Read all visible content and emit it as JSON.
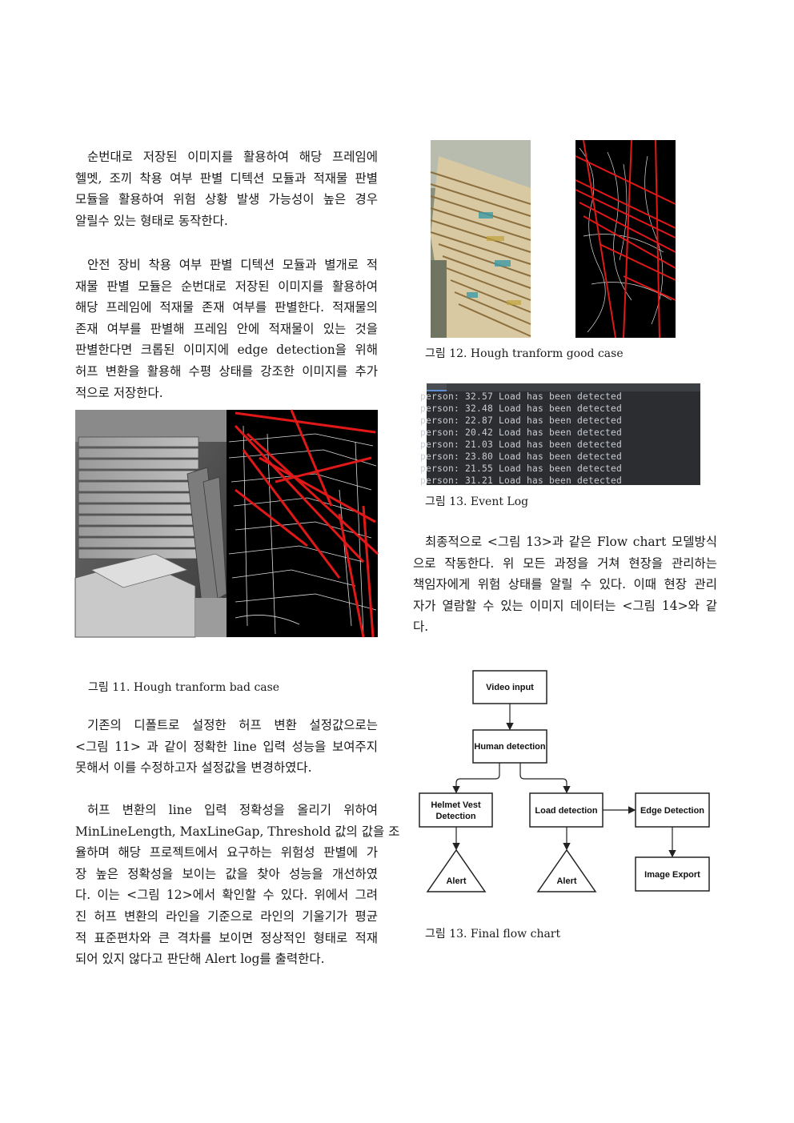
{
  "left_column": {
    "para1": [
      "순번대로 저장된 이미지를 활용하여 해당 프레임에",
      "헬멧, 조끼 착용 여부 판별 디텍션 모듈과 적재물 판별",
      "모듈을 활용하여 위험 상황 발생 가능성이 높은 경우",
      "알릴수 있는 형태로 동작한다."
    ],
    "para2": [
      "안전 장비 착용 여부 판별 디텍션 모듈과 별개로 적",
      "재물 판별 모듈은 순번대로 저장된 이미지를 활용하여",
      "해당 프레임에 적재물 존재 여부를 판별한다. 적재물의",
      "존재 여부를 판별해 프레임 안에 적재물이 있는 것을",
      "판별한다면 크롭된 이미지에 edge detection을 위해",
      "허프 변환을 활용해 수평 상태를 강조한 이미지를 추가",
      "적으로 저장한다."
    ],
    "fig11_caption": "그림 11. Hough tranform bad case",
    "para3": [
      "기존의 디폴트로 설정한 허프 변환 설정값으로는",
      "<그림 11> 과 같이 정확한 line 입력 성능을 보여주지",
      "못해서 이를 수정하고자 설정값을 변경하였다."
    ],
    "para4": [
      "허프 변환의 line 입력 정확성을 올리기 위하여",
      "MinLineLength, MaxLineGap, Threshold 값의 값을 조",
      "율하며 해당 프로젝트에서 요구하는 위험성 판별에 가",
      "장 높은 정확성을 보이는 값을 찾아 성능을 개선하였",
      "다. 이는 <그림 12>에서 확인할 수 있다. 위에서 그려",
      "진 허프 변환의 라인을 기준으로 라인의 기울기가 평균",
      "적 표준편차와 큰 격차를 보이면 정상적인 형태로 적재",
      "되어 있지 않다고 판단해 Alert log를 출력한다."
    ]
  },
  "right_column": {
    "fig12_caption": "그림 12. Hough tranform good case",
    "event_log": [
      "person: 32.57 Load has been detected",
      "person: 32.48 Load has been detected",
      "person: 22.87 Load has been detected",
      "person: 20.42 Load has been detected",
      "person: 21.03 Load has been detected",
      "person: 23.80 Load has been detected",
      "person: 21.55 Load has been detected",
      "person: 31.21 Load has been detected"
    ],
    "fig13_caption": "그림 13. Event Log",
    "para5": [
      "최종적으로 <그림 13>과 같은 Flow chart 모델방식",
      "으로 작동한다. 위 모든 과정을 거쳐 현장을 관리하는",
      "책임자에게 위험 상태를 알릴 수 있다. 이때 현장 관리",
      "자가 열람할 수 있는 이미지 데이터는 <그림 14>와 같",
      "다."
    ],
    "flowchart": {
      "video_input": "Video input",
      "human_detection": "Human detection",
      "helmet_vest_1": "Helmet Vest",
      "helmet_vest_2": "Detection",
      "load_detection": "Load detection",
      "edge_detection": "Edge Detection",
      "alert": "Alert",
      "image_export": "Image Export"
    },
    "fig13b_caption": "그림 13. Final flow chart"
  },
  "colors": {
    "hough_line": "#e01818",
    "edge_white": "#dddddd",
    "log_bg": "#2b2d31"
  }
}
